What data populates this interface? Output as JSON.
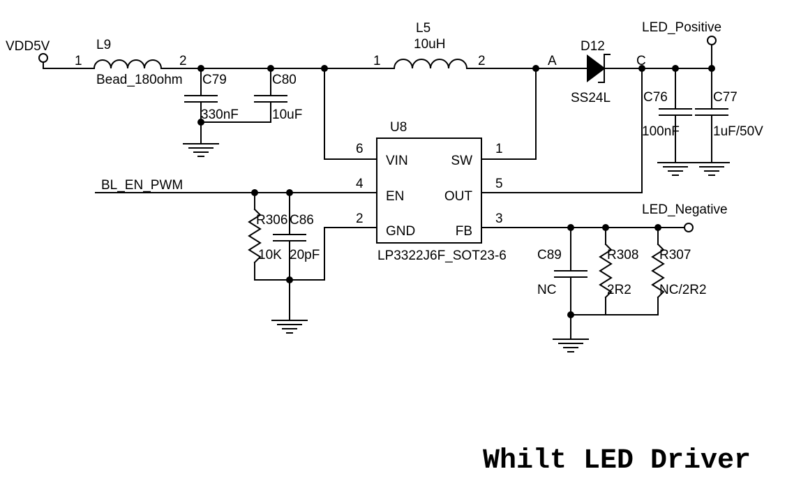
{
  "title": "Whilt LED Driver",
  "nets": {
    "vdd": "VDD5V",
    "bl_en": "BL_EN_PWM",
    "led_pos": "LED_Positive",
    "led_neg": "LED_Negative",
    "node_a": "A",
    "node_c": "C"
  },
  "parts": {
    "l9": {
      "ref": "L9",
      "value": "Bead_180ohm",
      "pin1": "1",
      "pin2": "2"
    },
    "l5": {
      "ref": "L5",
      "value": "10uH",
      "pin1": "1",
      "pin2": "2"
    },
    "d12": {
      "ref": "D12",
      "value": "SS24L"
    },
    "c79": {
      "ref": "C79",
      "value": "330nF"
    },
    "c80": {
      "ref": "C80",
      "value": "10uF"
    },
    "c76": {
      "ref": "C76",
      "value": "100nF"
    },
    "c77": {
      "ref": "C77",
      "value": "1uF/50V"
    },
    "c86": {
      "ref": "C86",
      "value": "20pF"
    },
    "r306": {
      "ref": "R306",
      "value": "10K"
    },
    "c89": {
      "ref": "C89",
      "value": "NC"
    },
    "r308": {
      "ref": "R308",
      "value": "2R2"
    },
    "r307": {
      "ref": "R307",
      "value": "NC/2R2"
    }
  },
  "ic": {
    "ref": "U8",
    "part": "LP3322J6F_SOT23-6",
    "pins": {
      "vin": {
        "name": "VIN",
        "num": "6"
      },
      "en": {
        "name": "EN",
        "num": "4"
      },
      "gnd": {
        "name": "GND",
        "num": "2"
      },
      "sw": {
        "name": "SW",
        "num": "1"
      },
      "out": {
        "name": "OUT",
        "num": "5"
      },
      "fb": {
        "name": "FB",
        "num": "3"
      }
    }
  }
}
